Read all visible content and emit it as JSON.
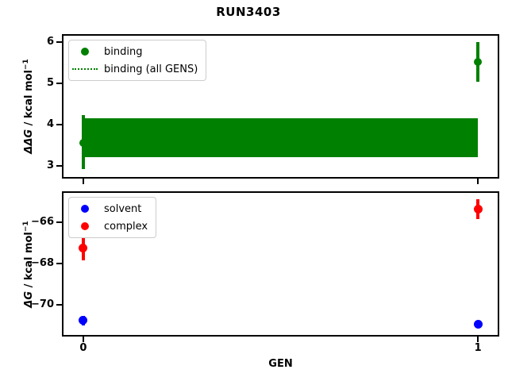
{
  "title": "RUN3403",
  "chart_data": [
    {
      "type": "scatter",
      "name": "binding-plot",
      "ylabel": {
        "math": "ΔΔG",
        "rest": " / kcal mol",
        "sup": "−1"
      },
      "xlim": [
        -0.05,
        1.05
      ],
      "ylim": [
        2.73,
        6.15
      ],
      "grid": false,
      "yticks": [
        {
          "value": 6,
          "label": "6"
        },
        {
          "value": 5,
          "label": "5"
        },
        {
          "value": 4,
          "label": "4"
        },
        {
          "value": 3,
          "label": "3"
        }
      ],
      "xticks": [
        {
          "value": 0,
          "label": ""
        },
        {
          "value": 1,
          "label": ""
        }
      ],
      "band": {
        "x0": 0,
        "x1": 1,
        "lo": 3.21,
        "hi": 4.15,
        "center": 3.68,
        "color": "#008000",
        "style": "dotted"
      },
      "series": [
        {
          "name": "binding",
          "color": "#008000",
          "marker": "circle",
          "size": 10,
          "points": [
            {
              "x": 0,
              "y": 3.55,
              "lo": 2.92,
              "hi": 4.23
            },
            {
              "x": 1,
              "y": 5.52,
              "lo": 5.04,
              "hi": 6.0
            }
          ]
        }
      ],
      "legend": {
        "position": "upper-left",
        "entries": [
          {
            "label": "binding",
            "marker": "dot",
            "color": "#008000"
          },
          {
            "label": "binding (all GENS)",
            "marker": "dotted-line",
            "color": "#008000"
          }
        ]
      }
    },
    {
      "type": "scatter",
      "name": "dG-plot",
      "ylabel": {
        "math": "ΔG",
        "rest": " / kcal mol",
        "sup": "−1"
      },
      "xlabel": "GEN",
      "xlim": [
        -0.05,
        1.05
      ],
      "ylim": [
        -71.48,
        -64.58
      ],
      "grid": false,
      "yticks": [
        {
          "value": -66,
          "label": "−66"
        },
        {
          "value": -68,
          "label": "−68"
        },
        {
          "value": -70,
          "label": "−70"
        }
      ],
      "xticks": [
        {
          "value": 0,
          "label": "0"
        },
        {
          "value": 1,
          "label": "1"
        }
      ],
      "series": [
        {
          "name": "solvent",
          "color": "#0000ff",
          "marker": "circle",
          "size": 11,
          "points": [
            {
              "x": 0,
              "y": -70.78,
              "lo": -71.0,
              "hi": -70.57
            },
            {
              "x": 1,
              "y": -70.95,
              "lo": -71.02,
              "hi": -70.88
            }
          ]
        },
        {
          "name": "complex",
          "color": "#ff0000",
          "marker": "circle",
          "size": 11,
          "points": [
            {
              "x": 0,
              "y": -67.26,
              "lo": -67.85,
              "hi": -66.72
            },
            {
              "x": 1,
              "y": -65.38,
              "lo": -65.87,
              "hi": -64.87
            }
          ]
        }
      ],
      "legend": {
        "position": "upper-left",
        "entries": [
          {
            "label": "solvent",
            "marker": "dot",
            "color": "#0000ff"
          },
          {
            "label": "complex",
            "marker": "dot",
            "color": "#ff0000"
          }
        ]
      }
    }
  ]
}
